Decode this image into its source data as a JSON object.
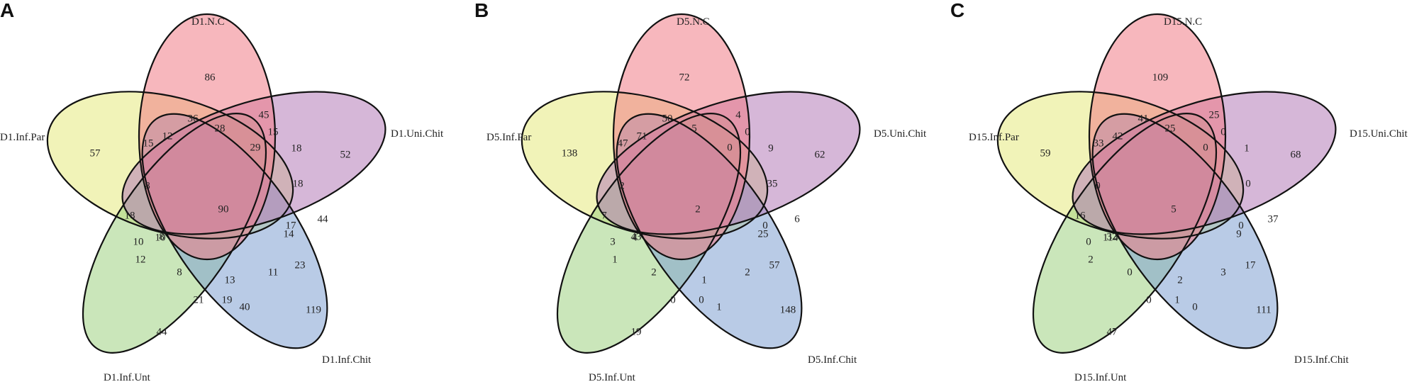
{
  "colors": {
    "N.C": "#f07b86",
    "Uni.Chit": "#b47cb8",
    "Inf.Chit": "#7fa1d2",
    "Inf.Unt": "#9ed281",
    "Inf.Par": "#e6ea7e"
  },
  "panels": [
    {
      "letter": "A",
      "sets": {
        "top": "D1.N.C",
        "right": "D1.Uni.Chit",
        "lower_right": "D1.Inf.Chit",
        "lower_left": "D1.Inf.Unt",
        "left": "D1.Inf.Par"
      },
      "counts": [
        "86",
        "52",
        "119",
        "44",
        "57",
        "36",
        "45",
        "18",
        "44",
        "40",
        "19",
        "12",
        "10",
        "15",
        "12",
        "28",
        "15",
        "14",
        "23",
        "8",
        "21",
        "10",
        "8",
        "18",
        "90",
        "29",
        "17",
        "11",
        "13",
        "8",
        "18"
      ]
    },
    {
      "letter": "B",
      "sets": {
        "top": "D5.N.C",
        "right": "D5.Uni.Chit",
        "lower_right": "D5.Inf.Chit",
        "lower_left": "D5.Inf.Unt",
        "left": "D5.Inf.Par"
      },
      "counts": [
        "72",
        "62",
        "148",
        "19",
        "138",
        "50",
        "4",
        "9",
        "6",
        "1",
        "0",
        "1",
        "3",
        "47",
        "71",
        "5",
        "0",
        "25",
        "57",
        "2",
        "0",
        "4",
        "43",
        "7",
        "2",
        "0",
        "0",
        "2",
        "1",
        "2",
        "35"
      ]
    },
    {
      "letter": "C",
      "sets": {
        "top": "D15.N.C",
        "right": "D15.Uni.Chit",
        "lower_right": "D15.Inf.Chit",
        "lower_left": "D15.Inf.Unt",
        "left": "D15.Inf.Par"
      },
      "counts": [
        "109",
        "68",
        "111",
        "47",
        "59",
        "41",
        "25",
        "1",
        "37",
        "0",
        "1",
        "2",
        "0",
        "33",
        "42",
        "25",
        "0",
        "9",
        "17",
        "0",
        "0",
        "114",
        "32",
        "16",
        "5",
        "0",
        "0",
        "3",
        "2",
        "0",
        "0"
      ]
    }
  ]
}
